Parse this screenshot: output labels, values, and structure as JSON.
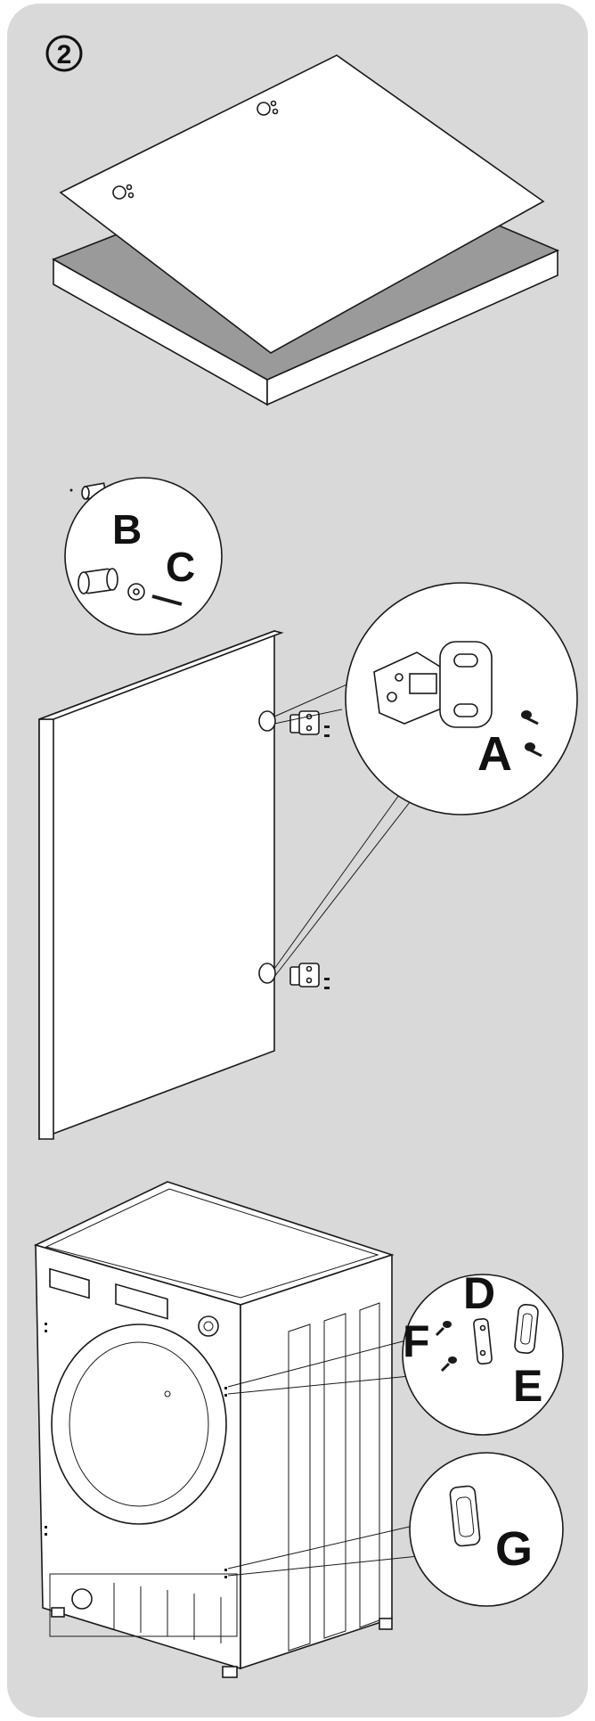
{
  "step": {
    "number": "2"
  },
  "labels": {
    "A": "A",
    "B": "B",
    "C": "C",
    "D": "D",
    "E": "E",
    "F": "F",
    "G": "G"
  },
  "colors": {
    "panel_background": "#d9d9d9",
    "line": "#1a1a1a",
    "board_core": "#9a9a9a"
  }
}
